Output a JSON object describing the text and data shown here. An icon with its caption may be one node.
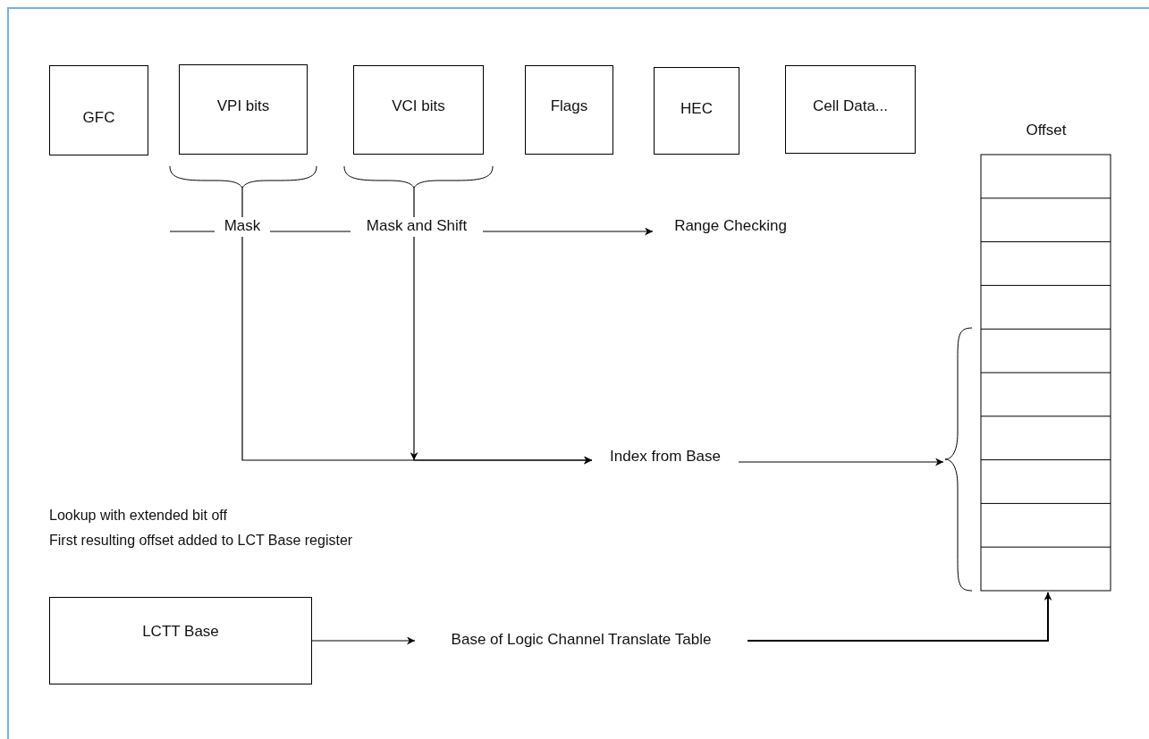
{
  "diagram": {
    "nodes": [
      {
        "text": [
          "GFC"
        ]
      },
      {
        "text": [
          "VPI bits"
        ]
      },
      {
        "text": [
          "VCI bits"
        ]
      },
      {
        "text": [
          "Flags"
        ]
      },
      {
        "text": [
          "HEC"
        ]
      },
      {
        "text": [
          "Cell Data..."
        ]
      },
      {
        "text": [
          "Offset"
        ]
      },
      {
        "text": [
          "Mask"
        ]
      },
      {
        "text": [
          "Mask and Shift"
        ]
      },
      {
        "text": [
          "Range Checking"
        ]
      },
      {
        "text": [
          "Index from Base"
        ]
      },
      {
        "text": [
          "LCTT Base"
        ]
      },
      {
        "text": [
          "Base of Logic Channel Translate Table"
        ]
      }
    ],
    "edges": [
      {
        "from": null,
        "to": 7,
        "arrow": "none"
      },
      {
        "from": 1,
        "to": 7,
        "arrow": "none"
      },
      {
        "from": 7,
        "to": 8,
        "arrow": "none"
      },
      {
        "from": 2,
        "to": 8,
        "arrow": "none"
      },
      {
        "from": 8,
        "to": 9,
        "arrow": "to"
      },
      {
        "from": 7,
        "to": 10,
        "arrow": "to"
      },
      {
        "from": 8,
        "to": 10,
        "arrow": "to"
      },
      {
        "from": 10,
        "to": 6,
        "arrow": "to"
      },
      {
        "from": 11,
        "to": 12,
        "arrow": "to"
      },
      {
        "from": 12,
        "to": 6,
        "arrow": "to"
      }
    ],
    "labels": [
      "Lookup with extended bit off",
      "First resulting offset added to LCT Base register"
    ]
  }
}
